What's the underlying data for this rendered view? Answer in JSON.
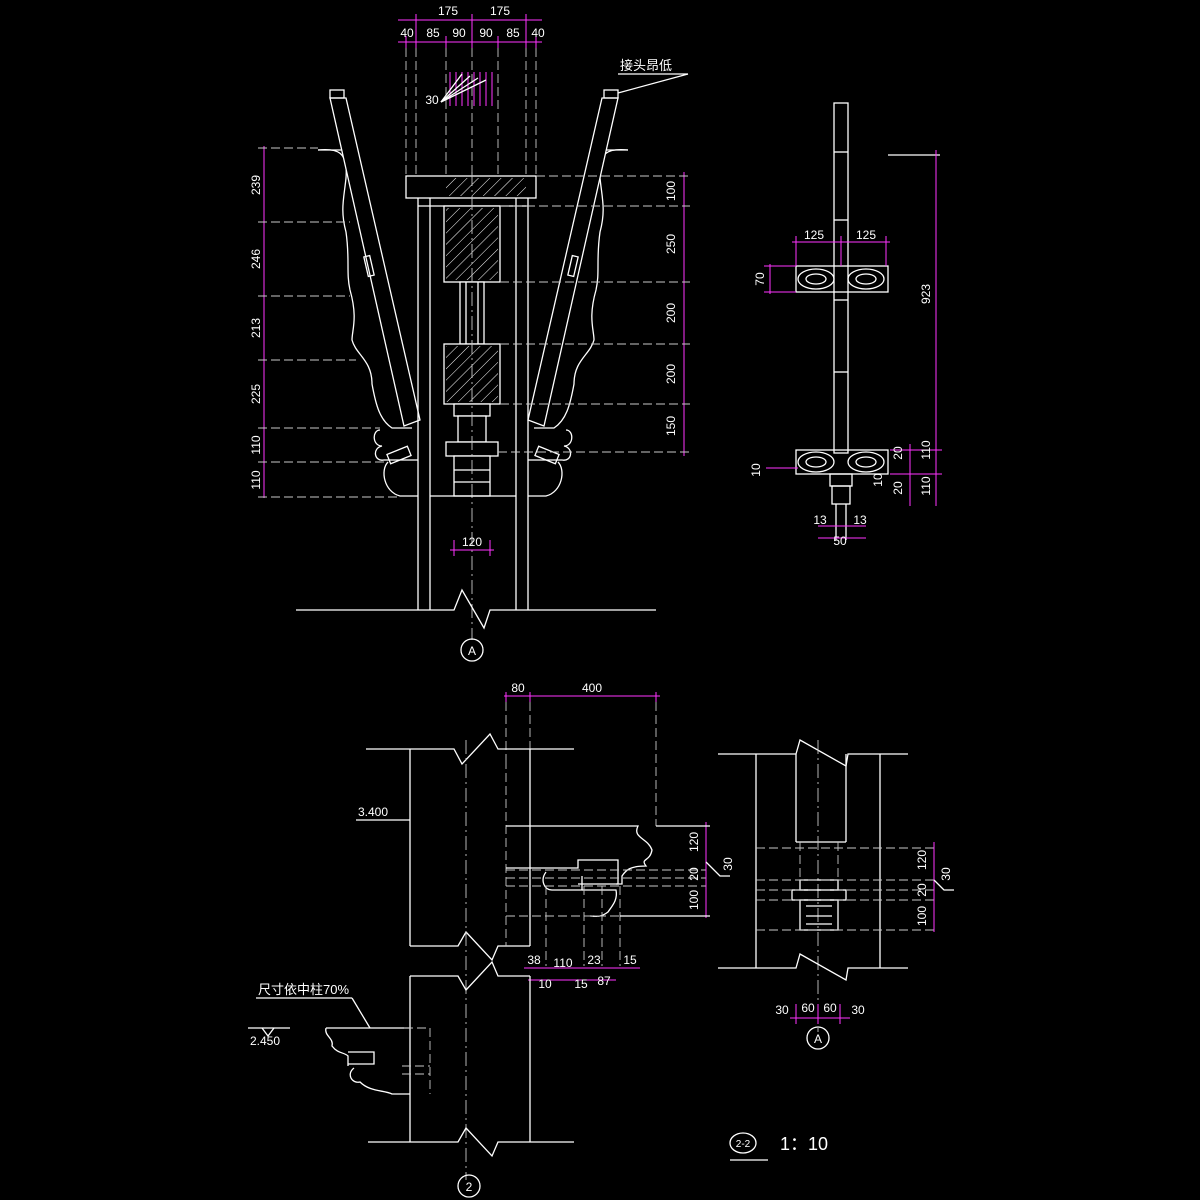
{
  "colors": {
    "background": "#000000",
    "lines": "#ffffff",
    "dimensions": "#ff33ff",
    "hidden": "#c8c8c8"
  },
  "top_view": {
    "widths_total": [
      "175",
      "175"
    ],
    "widths_parts": [
      "40",
      "85",
      "90",
      "90",
      "85",
      "40"
    ],
    "slope_label": "30",
    "note": "接头昂低",
    "left_dims": [
      "239",
      "246",
      "213",
      "225",
      "110",
      "110"
    ],
    "right_dims": [
      "100",
      "250",
      "200",
      "200",
      "150"
    ],
    "bottom_width": "120",
    "section_mark": "A"
  },
  "side_view": {
    "arm_left": "125",
    "arm_right": "125",
    "height_total": "923",
    "top_thk": "70",
    "low_left": "10",
    "low_mid_a": "20",
    "low_mid_b": "10",
    "low_mid_c": "20",
    "low_right_a": "110",
    "low_right_b": "110",
    "foot_left": "13",
    "foot_right": "13",
    "foot_width": "50"
  },
  "section_2": {
    "top_offset": "80",
    "top_length": "400",
    "elevation_upper": "3.400",
    "elevation_lower": "2.450",
    "right_dims": [
      "120",
      "20",
      "100"
    ],
    "right_slope": "30",
    "bottom_row1": [
      "38",
      "110",
      "23",
      "15"
    ],
    "bottom_row2": [
      "10",
      "15",
      "87"
    ],
    "note": "尺寸依中柱70%",
    "section_mark": "2"
  },
  "section_a": {
    "right_dims": [
      "120",
      "20",
      "100"
    ],
    "right_slope": "30",
    "bottom_dims": [
      "30",
      "60",
      "60",
      "30"
    ],
    "section_mark": "A"
  },
  "title": {
    "mark": "2-2",
    "scale": "1：10"
  }
}
